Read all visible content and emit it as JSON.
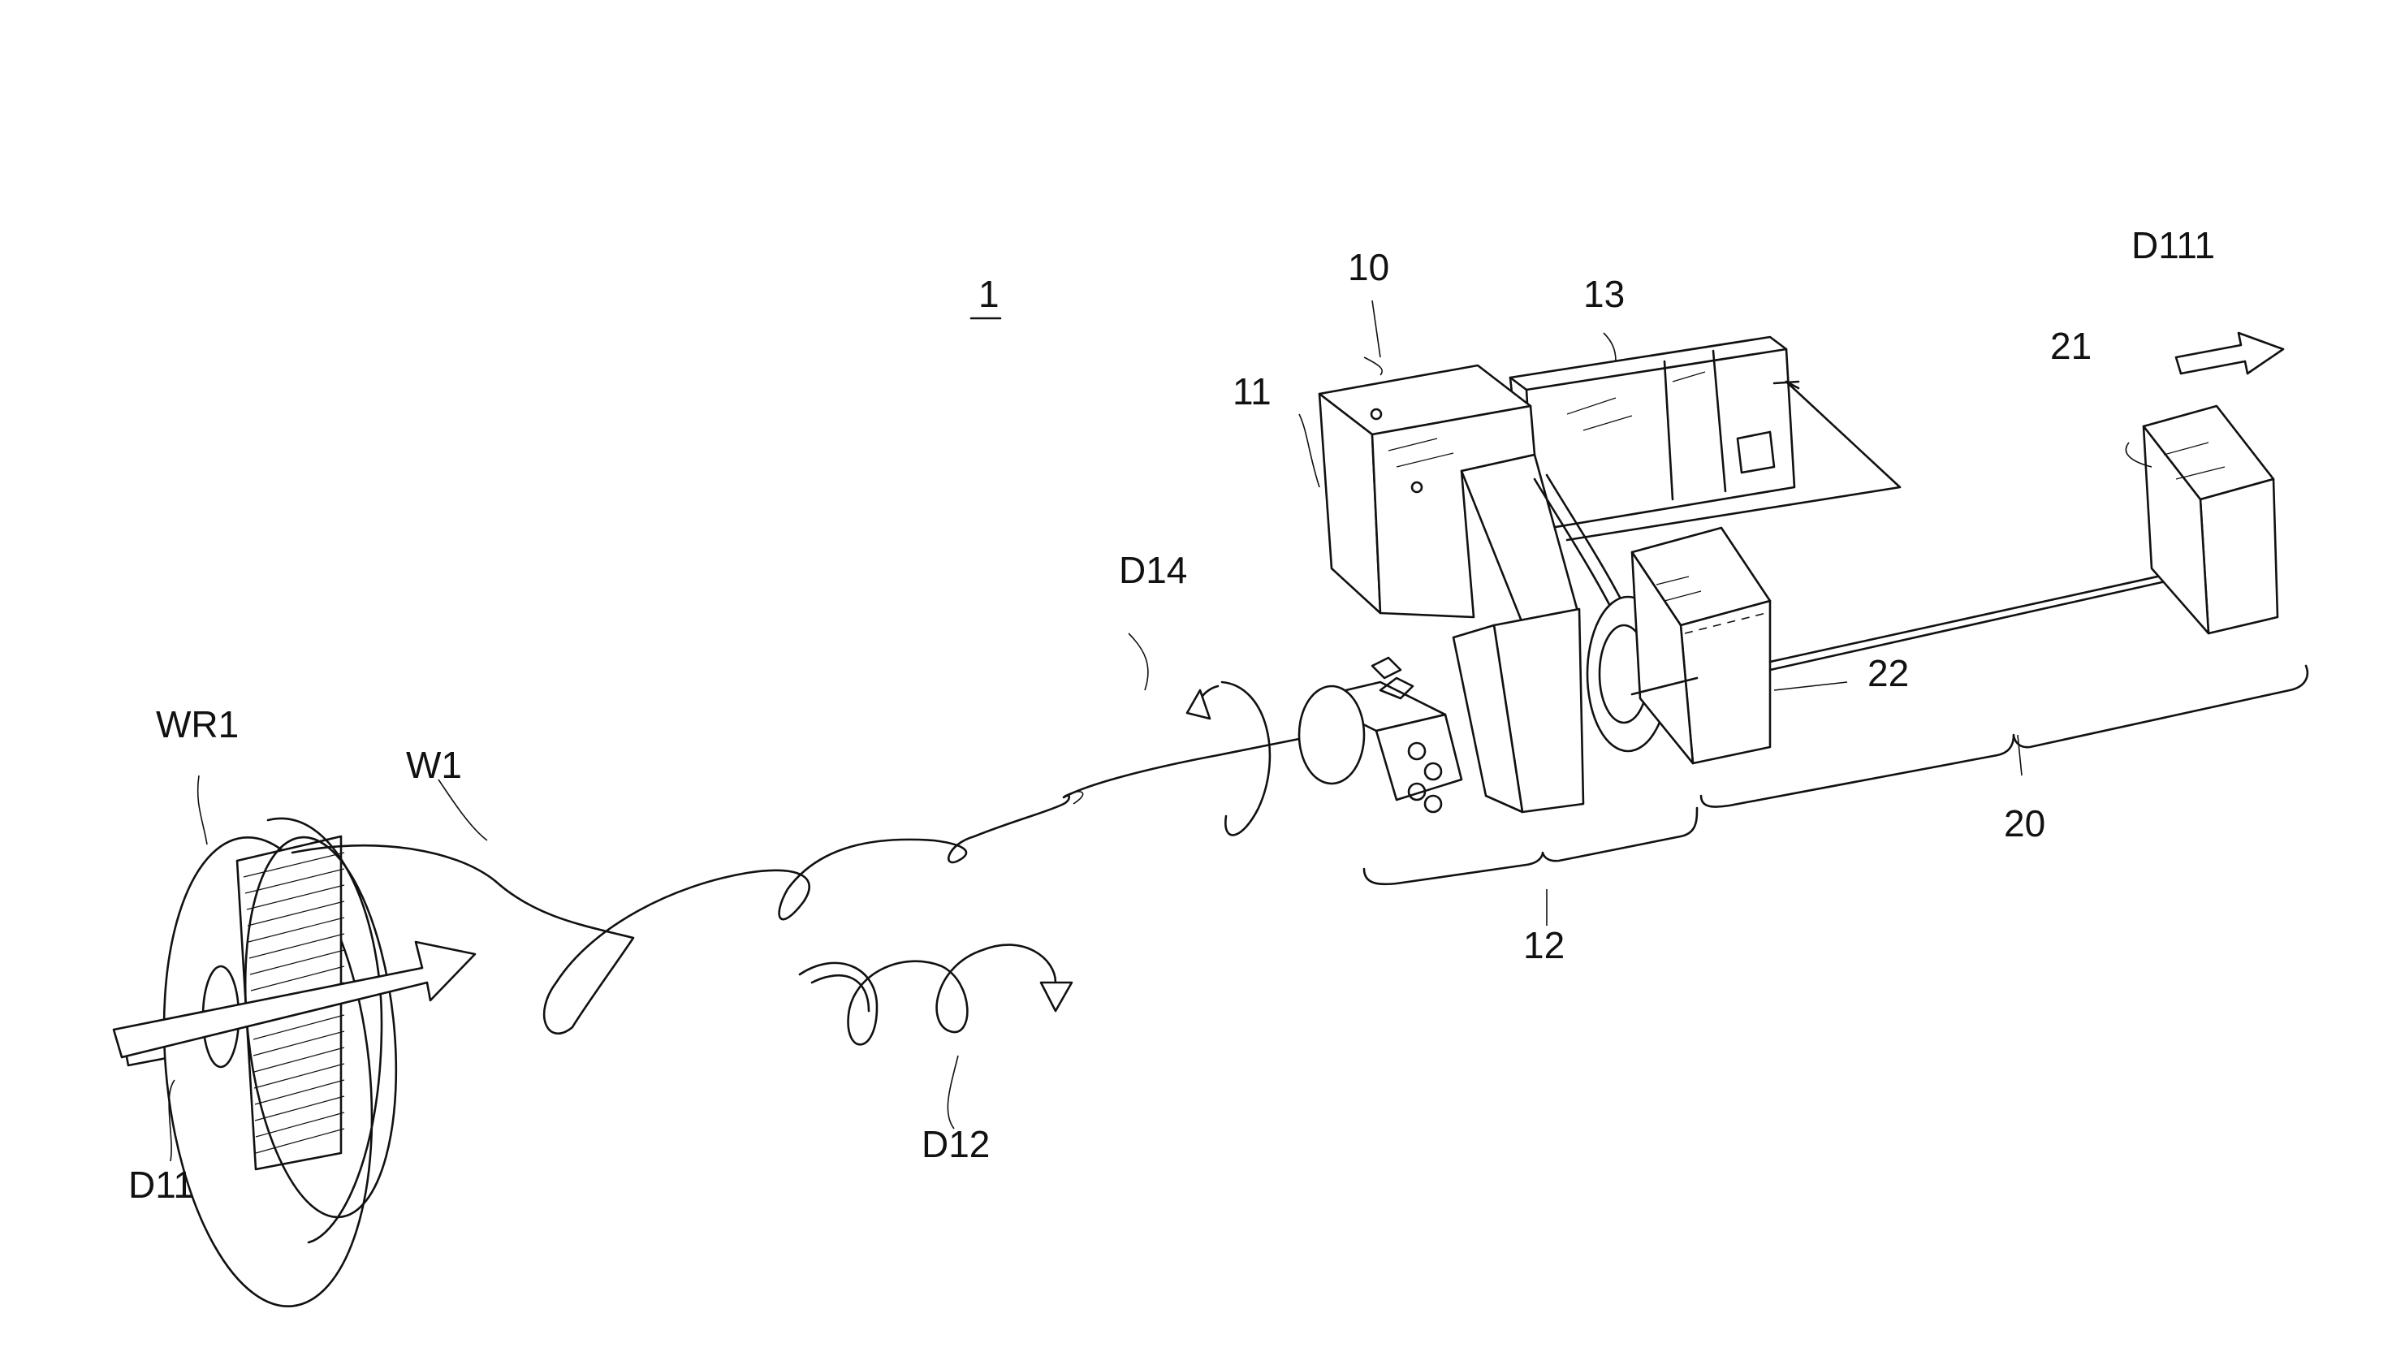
{
  "labels": {
    "device": "1",
    "feeder_unit": "10",
    "block_11": "11",
    "section_12": "12",
    "motor_13": "13",
    "section_20": "20",
    "block_21": "21",
    "block_22": "22",
    "dir_d111": "D111",
    "dir_d14": "D14",
    "dir_d12": "D12",
    "dir_d11": "D11",
    "reel_wr1": "WR1",
    "wire_w1": "W1"
  }
}
